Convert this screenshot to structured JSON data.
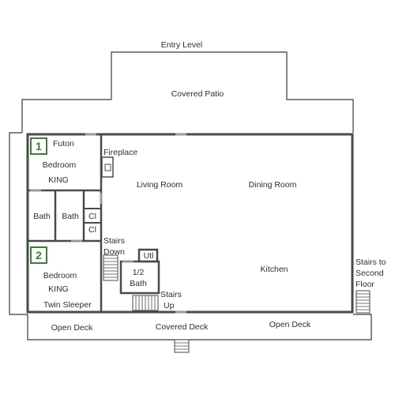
{
  "floor_plan": {
    "level_title": "Entry Level",
    "areas": {
      "covered_patio": "Covered Patio",
      "futon": "Futon",
      "bedroom1_line1": "Bedroom",
      "bedroom1_line2": "KING",
      "fireplace": "Fireplace",
      "living_room": "Living Room",
      "dining_room": "Dining Room",
      "bath_a": "Bath",
      "bath_b": "Bath",
      "closet_a": "Cl",
      "closet_b": "Cl",
      "stairs_down_line1": "Stairs",
      "stairs_down_line2": "Down",
      "utility": "Utl",
      "half_bath_line1": "1/2",
      "half_bath_line2": "Bath",
      "stairs_up_line1": "Stairs",
      "stairs_up_line2": "Up",
      "kitchen": "Kitchen",
      "bedroom2_line1": "Bedroom",
      "bedroom2_line2": "KING",
      "twin_sleeper": "Twin Sleeper",
      "stairs_second_line1": "Stairs to",
      "stairs_second_line2": "Second",
      "stairs_second_line3": "Floor",
      "open_deck_left": "Open Deck",
      "covered_deck": "Covered Deck",
      "open_deck_right": "Open Deck"
    },
    "bedroom_numbers": [
      "1",
      "2"
    ],
    "colors": {
      "wall": "#4a4a4a",
      "outline": "#3a3a3a",
      "badge": "#3f7a3a"
    }
  }
}
